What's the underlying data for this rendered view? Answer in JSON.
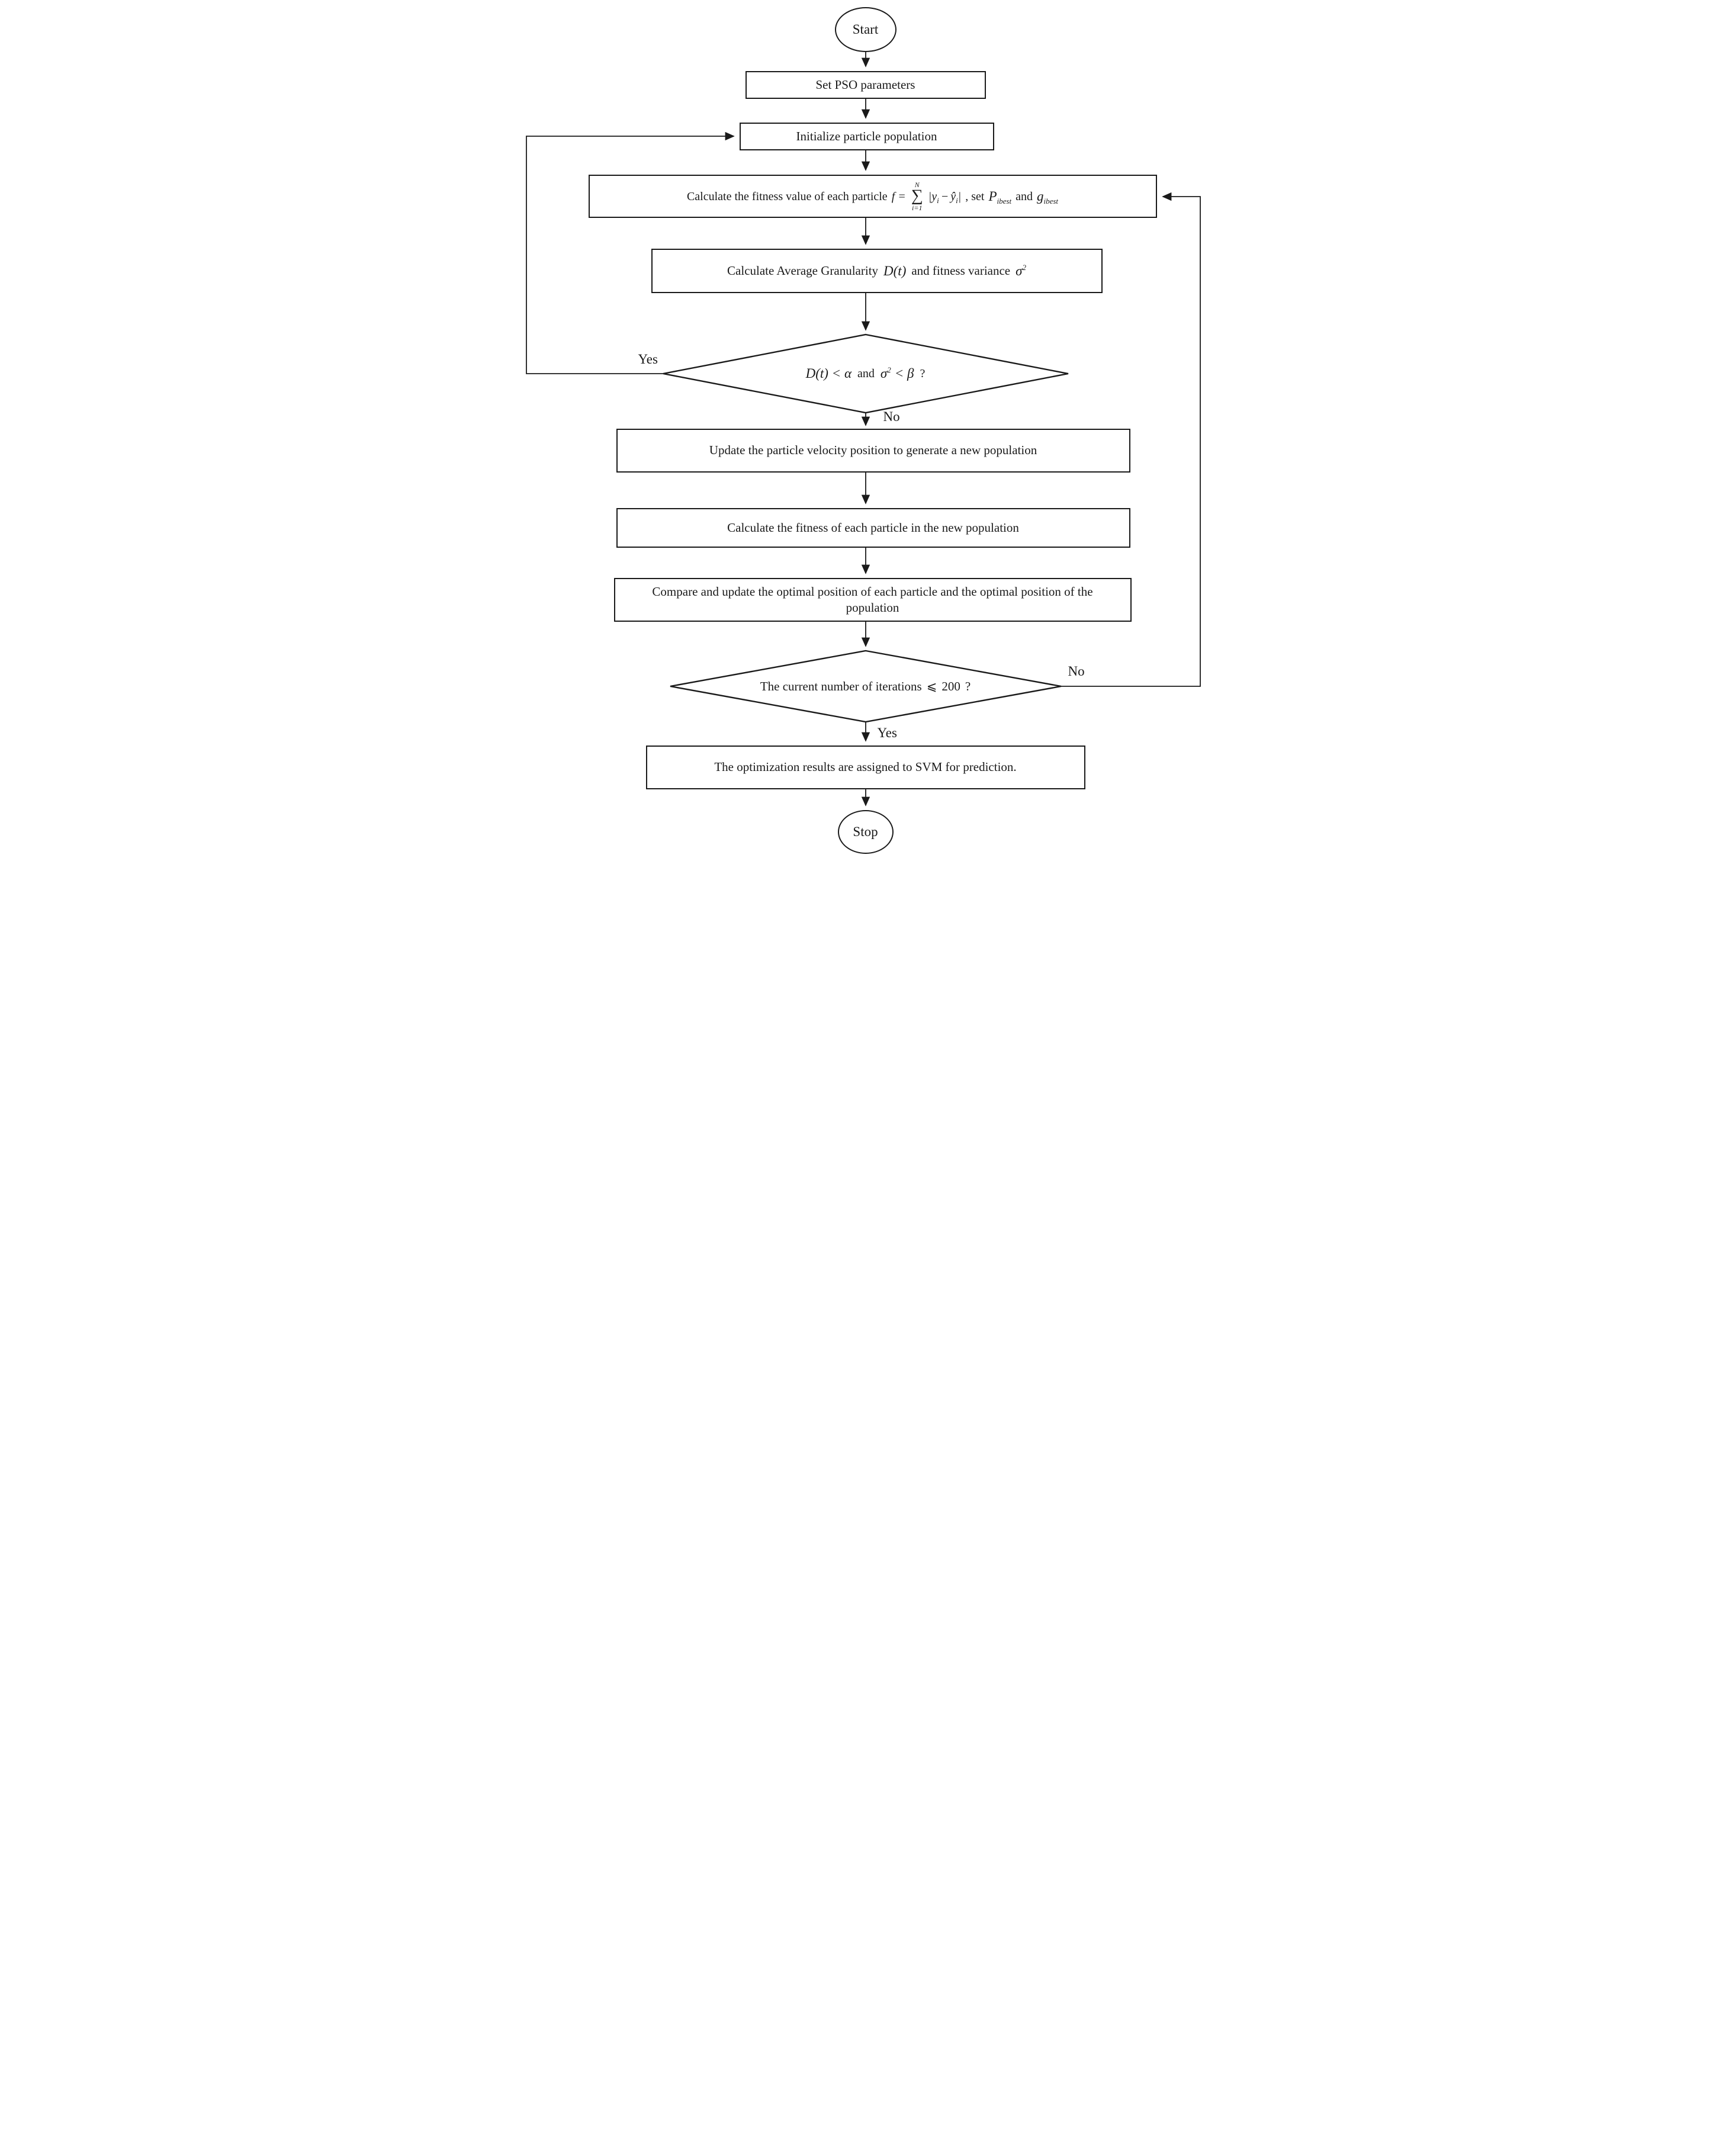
{
  "canvas": {
    "background": "#ffffff",
    "ink": "#1a1a1a"
  },
  "nodes": {
    "start": "Start",
    "set_pso": "Set PSO parameters",
    "init_pop": "Initialize particle population",
    "fitness_text": "Calculate the fitness value of each particle",
    "formula": {
      "lhs": "f =",
      "sum_upper": "N",
      "sum_sigma": "∑",
      "sum_lower": "i=1",
      "bar": "|",
      "y": "y",
      "sub_i": "i",
      "minus": "−",
      "yhat": "ŷ",
      "comma_set": ", set",
      "p": "P",
      "p_sub": "ibest",
      "and": "and",
      "g": "g",
      "g_sub": "ibest"
    },
    "granularity": {
      "text1": "Calculate Average Granularity",
      "math1": "D(t)",
      "text2": "and fitness variance",
      "sigma": "σ",
      "sup": "2"
    },
    "decision1": {
      "math1": "D(t) < α",
      "and": "and",
      "sigma": "σ",
      "sup": "2",
      "math2": "< β",
      "q": "?"
    },
    "update_velocity": "Update the particle velocity position to generate a new population",
    "fitness_new": "Calculate the fitness of each particle in the new population",
    "compare_update": "Compare and update the optimal position of each particle and the optimal position of the population",
    "decision2": {
      "text": "The current number of iterations",
      "op": "⩽",
      "value": "200",
      "q": "?"
    },
    "svm": "The optimization results are assigned to SVM for prediction.",
    "stop": "Stop"
  },
  "edge_labels": {
    "d1_yes": "Yes",
    "d1_no": "No",
    "d2_no": "No",
    "d2_yes": "Yes"
  }
}
